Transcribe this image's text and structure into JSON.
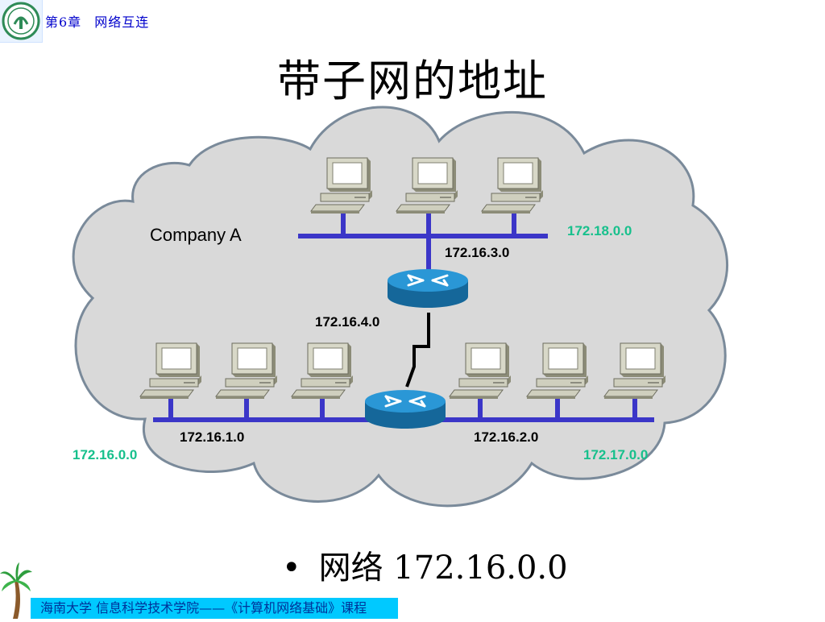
{
  "header": {
    "chapter_num": "第6章",
    "chapter_title": "网络互连"
  },
  "title": "带子网的地址",
  "diagram": {
    "company_label": "Company A",
    "net_top_right": "172.18.0.0",
    "subnet_top": "172.16.3.0",
    "subnet_link": "172.16.4.0",
    "subnet_left": "172.16.1.0",
    "subnet_right": "172.16.2.0",
    "net_bottom_left": "172.16.0.0",
    "net_bottom_right": "172.17.0.0",
    "colors": {
      "bus": "#3b36c8",
      "cloud_fill": "#d9d9d9",
      "cloud_stroke": "#7a8a9a",
      "router": "#1f86c6",
      "green_label": "#17c08c"
    },
    "icons": [
      "computer-icon",
      "router-icon",
      "serial-link-icon",
      "cloud-icon",
      "palm-tree-icon",
      "university-logo-icon"
    ]
  },
  "bullet": {
    "symbol": "•",
    "text": "网络 172.16.0.0"
  },
  "footer": {
    "text": "海南大学  信息科学技术学院——《计算机网络基础》课程"
  }
}
